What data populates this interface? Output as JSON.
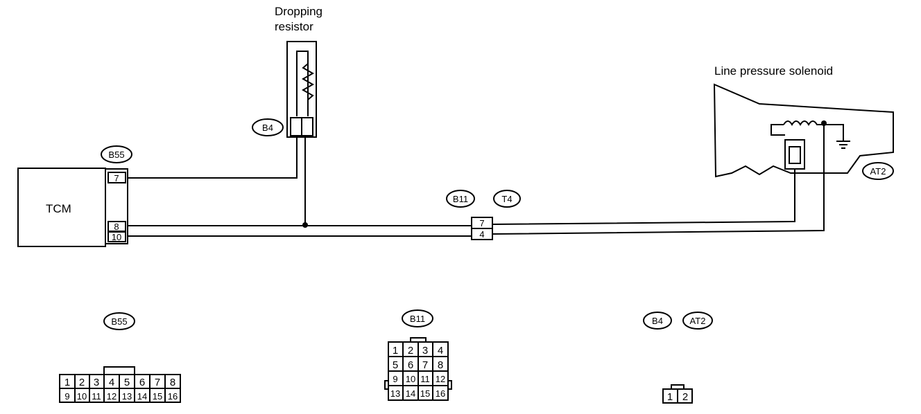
{
  "labels": {
    "dropping_resistor_line1": "Dropping",
    "dropping_resistor_line2": "resistor",
    "line_pressure_solenoid": "Line pressure solenoid",
    "tcm": "TCM"
  },
  "connector_tags": {
    "b4": "B4",
    "b55": "B55",
    "b11": "B11",
    "t4": "T4",
    "at2": "AT2"
  },
  "tcm_pins": {
    "p7": "7",
    "p8": "8",
    "p10": "10"
  },
  "inline_pins": {
    "p7": "7",
    "p4": "4"
  },
  "legend_tags": {
    "b55": "B55",
    "b11": "B11",
    "b4": "B4",
    "at2": "AT2"
  },
  "b55_pins": {
    "row1": [
      "1",
      "2",
      "3",
      "4",
      "5",
      "6",
      "7",
      "8"
    ],
    "row2": [
      "9",
      "10",
      "11",
      "12",
      "13",
      "14",
      "15",
      "16"
    ]
  },
  "b11_pins": {
    "row1": [
      "1",
      "2",
      "3",
      "4"
    ],
    "row2": [
      "5",
      "6",
      "7",
      "8"
    ],
    "row3": [
      "9",
      "10",
      "11",
      "12"
    ],
    "row4": [
      "13",
      "14",
      "15",
      "16"
    ]
  },
  "b4_at2_pins": [
    "1",
    "2"
  ]
}
